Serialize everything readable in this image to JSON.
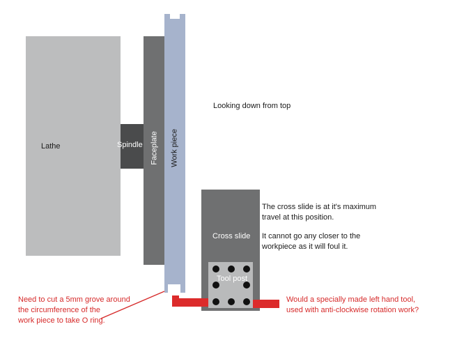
{
  "labels": {
    "lathe": "Lathe",
    "spindle": "Spindle",
    "faceplate": "Faceplate",
    "workpiece": "Work piece",
    "cross_slide": "Cross slide",
    "tool_post": "Tool post"
  },
  "notes": {
    "view": "Looking down from top",
    "cross_slide_note": [
      "The cross slide is at it's maximum",
      "travel at this position.",
      "",
      "It cannot go any closer to the",
      "workpiece as it will foul it."
    ],
    "groove_note": [
      "Need to cut a 5mm grove around",
      "the circumference of the",
      "work piece to take O ring."
    ],
    "tool_question": [
      "Would a specially made left hand tool,",
      "used with anti-clockwise rotation work?"
    ]
  },
  "colors": {
    "lathe": "#bcbdbe",
    "spindle": "#4a4b4c",
    "faceplate": "#6f7071",
    "workpiece": "#a6b3cc",
    "cross_slide": "#6f7071",
    "tool_post": "#b9babb",
    "tool": "#dc2b2b",
    "annotation": "#d62a2a"
  }
}
